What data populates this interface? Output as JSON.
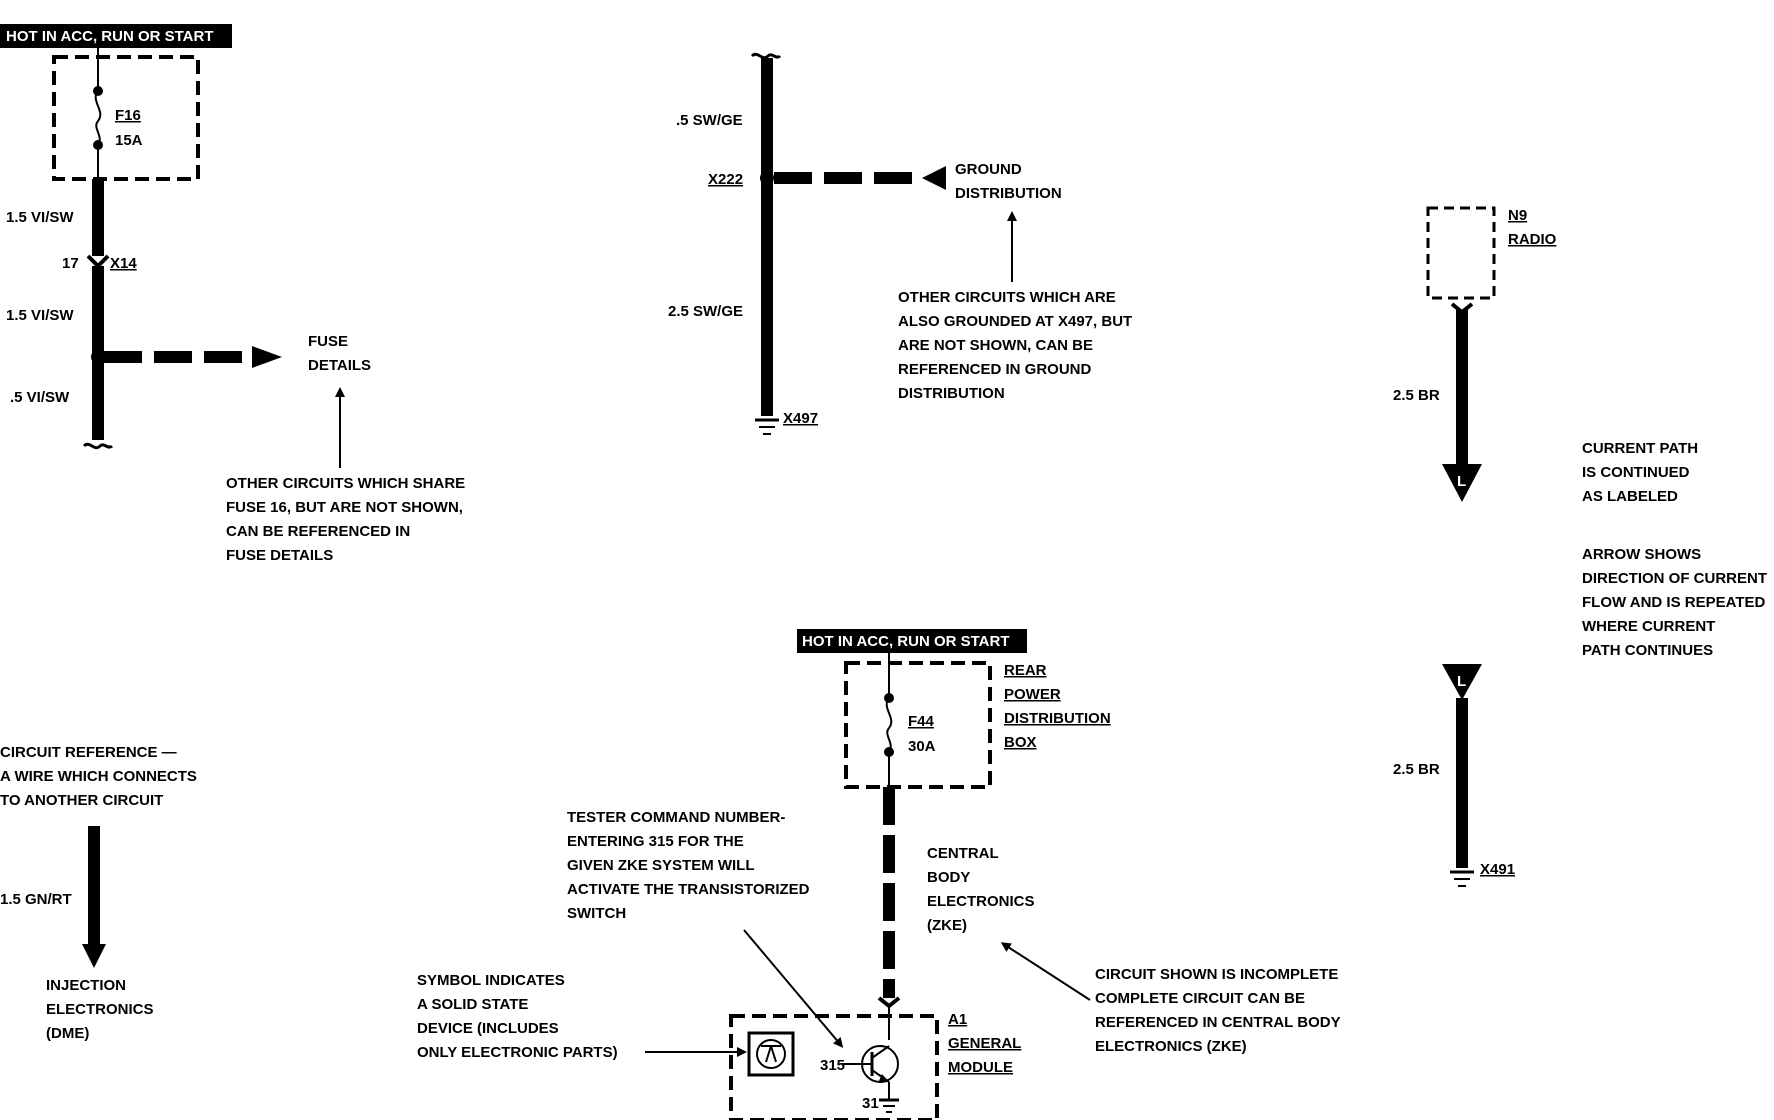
{
  "colors": {
    "ink": "#000000",
    "paper": "#ffffff"
  },
  "top_left": {
    "hot_label": "HOT IN ACC, RUN OR START",
    "fuse_id": "F16",
    "fuse_rating": "15A",
    "wire_1": "1.5  VI/SW",
    "pin": "17",
    "connector": "X14",
    "wire_2": "1.5  VI/SW",
    "wire_3": ".5  VI/SW",
    "fuse_details_lines": [
      "FUSE",
      "DETAILS"
    ],
    "note_lines": [
      "OTHER CIRCUITS WHICH SHARE",
      "FUSE 16, BUT ARE NOT SHOWN,",
      "CAN BE REFERENCED IN",
      "FUSE DETAILS"
    ]
  },
  "top_middle": {
    "wire_1": ".5  SW/GE",
    "splice": "X222",
    "wire_2": "2.5  SW/GE",
    "ground": "X497",
    "ground_dist_lines": [
      "GROUND",
      "DISTRIBUTION"
    ],
    "note_lines": [
      "OTHER CIRCUITS WHICH ARE",
      "ALSO GROUNDED AT X497, BUT",
      "ARE NOT SHOWN, CAN BE",
      "REFERENCED IN GROUND",
      "DISTRIBUTION"
    ]
  },
  "right": {
    "component_id": "N9",
    "component_name": "RADIO",
    "wire_1": "2.5  BR",
    "label_letter": "L",
    "path_note_lines": [
      "CURRENT PATH",
      "IS CONTINUED",
      "AS LABELED"
    ],
    "arrow_note_lines": [
      "ARROW SHOWS",
      "DIRECTION OF CURRENT",
      "FLOW AND IS REPEATED",
      "WHERE CURRENT",
      "PATH CONTINUES"
    ],
    "wire_2": "2.5  BR",
    "ground": "X491"
  },
  "bottom_left": {
    "ref_lines": [
      "CIRCUIT REFERENCE —",
      "A WIRE WHICH CONNECTS",
      "TO ANOTHER CIRCUIT"
    ],
    "wire": "1.5  GN/RT",
    "dest_lines": [
      "INJECTION",
      "ELECTRONICS",
      "(DME)"
    ]
  },
  "bottom_middle": {
    "hot_label": "HOT IN ACC, RUN OR START",
    "box_lines": [
      "REAR",
      "POWER",
      "DISTRIBUTION",
      "BOX"
    ],
    "fuse_id": "F44",
    "fuse_rating": "30A",
    "zke_lines": [
      "CENTRAL",
      "BODY",
      "ELECTRONICS",
      "(ZKE)"
    ],
    "tester_lines": [
      "TESTER COMMAND NUMBER-",
      "ENTERING 315 FOR THE",
      "GIVEN ZKE SYSTEM WILL",
      "ACTIVATE THE TRANSISTORIZED",
      "SWITCH"
    ],
    "symbol_lines": [
      "SYMBOL INDICATES",
      "A SOLID STATE",
      "DEVICE (INCLUDES",
      "ONLY ELECTRONIC PARTS)"
    ],
    "incomplete_lines": [
      "CIRCUIT SHOWN IS INCOMPLETE",
      "COMPLETE CIRCUIT CAN BE",
      "REFERENCED IN CENTRAL BODY",
      "ELECTRONICS (ZKE)"
    ],
    "pin_315": "315",
    "pin_31": "31",
    "module_id": "A1",
    "module_lines": [
      "GENERAL",
      "MODULE"
    ]
  }
}
